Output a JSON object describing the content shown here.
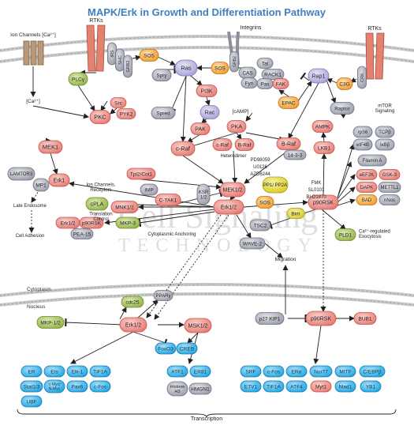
{
  "title": "MAPK/Erk in Growth and Differentiation Pathway",
  "colors": {
    "title": "#3f7fc0",
    "red_node": "#ec8b86",
    "red_stroke": "#c9514a",
    "gray_node": "#a9acb6",
    "gray_stroke": "#6d7180",
    "lavender_node": "#b9b6e0",
    "lavender_stroke": "#7d78b8",
    "green_node": "#a5c35a",
    "green_stroke": "#6f8c2c",
    "blue_node": "#2eb4ec",
    "blue_stroke": "#1679b4",
    "orange_node": "#f3a83f",
    "orange_stroke": "#c77412",
    "yellow_node": "#e8dc3c",
    "yellow_stroke": "#a79b10",
    "membrane": "#bdbdbd",
    "receptor": "#e48270",
    "channel": "#b89a78"
  },
  "membrane": {
    "ion_channels": "Ion Channels [Ca²⁺]",
    "ca_label": "[Ca²⁺]",
    "rtks_left": "RTKs",
    "integrins": "Integrins",
    "rtks_right": "RTKs"
  },
  "nodes": {
    "plcg": "PLCγ",
    "grb2": "GRB2",
    "irs": "IRS",
    "shc": "SHC",
    "sos1": "SOS",
    "ras": "Ras",
    "spry": "Spry",
    "src": "Src",
    "pyk2": "PYK2",
    "pkc": "PKC",
    "spred": "Spred",
    "pi3k": "PI3K",
    "rac": "Rac",
    "camp": "[cAMP]",
    "sos2": "SOS",
    "grb2b": "GRB2",
    "cas": "CAS",
    "fyn": "Fyn",
    "tal": "Tal",
    "rack1": "RACK1",
    "pax": "Pax",
    "fak": "FAK",
    "epac": "EPAC",
    "rap1": "Rap1",
    "c3g": "C3G",
    "crk": "CRK",
    "pak": "PAK",
    "craf": "c-Raf",
    "pka": "PKA",
    "craf2": "c-Raf",
    "braf2": "B-Raf",
    "heterodimer": "Heterodimer",
    "braf": "B-Raf",
    "p1433": "14-3-3",
    "raptor": "Raptor",
    "mtor": "mTOR Signaling",
    "ampk": "AMPK",
    "lkb1": "LKB1",
    "rps6": "rpS6",
    "tcpb": "TCPβ",
    "eif4b": "eIF4B",
    "ikbb": "IκBβ",
    "filaminA": "Filamin A",
    "mek1": "MEK1",
    "lamtor3": "LAMTOR3",
    "mp1": "MP1",
    "erk1": "Erk1",
    "late_endo": "Late Endosome",
    "cell_adh": "Cell Adhesion",
    "ion_rec": "Ion Channels, Receptors",
    "cpla": "cPLA",
    "transl": "Translation Control",
    "mnk12": "MNK1/2",
    "erk12a": "Erk1/2",
    "p90rska": "p90RSK",
    "pea15": "PEA-15",
    "mkp3": "MKP-3",
    "cyto_anch": "Cytoplasmic Anchoring",
    "tpl2": "Tpl2/Cot1",
    "imp": "IMP",
    "ctak1": "C-TAK1",
    "ksr": "KSR 1/2",
    "pd": "PD98059",
    "u0126": "U0126",
    "azd": "AZD6244",
    "pp1": "PP1/ PP2A",
    "mek12": "MEK1/2",
    "erk12": "Erk1/2",
    "sos3": "SOS",
    "bim": "Bim",
    "fmk": "FMK",
    "sl": "SL0101",
    "bi": "BI-D1870",
    "p90rsk": "p90RSK",
    "tsc2": "TSC2",
    "wave2": "WAVE-2",
    "migration": "Migration",
    "pld1": "PLD1",
    "ca_exo": "Ca²⁺-regulated Exocytosis",
    "eef2k": "eEF2K",
    "gsk3": "GSK-3",
    "dapk": "DAPK",
    "mettl1": "METTL1",
    "bad": "BAD",
    "nnos": "nNos",
    "cytoplasm": "Cytoplasm",
    "nucleus": "Nucleus",
    "cdc25": "cdc25",
    "ppar": "PPARγ",
    "mkp12": "MKP-1/2",
    "erk12n": "Erk1/2",
    "msk12": "MSK1/2",
    "foxo3": "FoxO3",
    "creb": "CREB",
    "p27": "p27 KIP1",
    "p90rskn": "p90RSK",
    "bub1": "BUB1",
    "tf_er": "ER",
    "tf_ets": "Ets",
    "tf_elk1": "Elk-1",
    "tf_tif1a": "TIF1A",
    "tf_stat13": "Stat1/3",
    "tf_cmyc": "c-Myc/ N-Myc",
    "tf_pax6": "Pax6",
    "tf_cfos": "c-Fos",
    "tf_ubf": "UBF",
    "tf_atf1": "ATF1",
    "tf_er81": "ER81",
    "tf_h3": "Histone H3",
    "tf_hmgn1": "HMGN1",
    "tf_srf": "SRF",
    "tf_cfos2": "c-Fos",
    "tf_era": "ERα",
    "tf_nur77": "Nur77",
    "tf_mitf": "MITF",
    "tf_cebpb": "C/EBPβ",
    "tf_etv1": "ETV1",
    "tf_tif1a2": "TIF1A",
    "tf_atf4": "ATF4",
    "tf_myt1": "Myt1",
    "tf_mad1": "Mad1",
    "tf_yb1": "YB1",
    "transcription": "Transcription"
  },
  "watermark": {
    "line1": "Cell Signaling",
    "line2": "TECHNOLOGY"
  }
}
